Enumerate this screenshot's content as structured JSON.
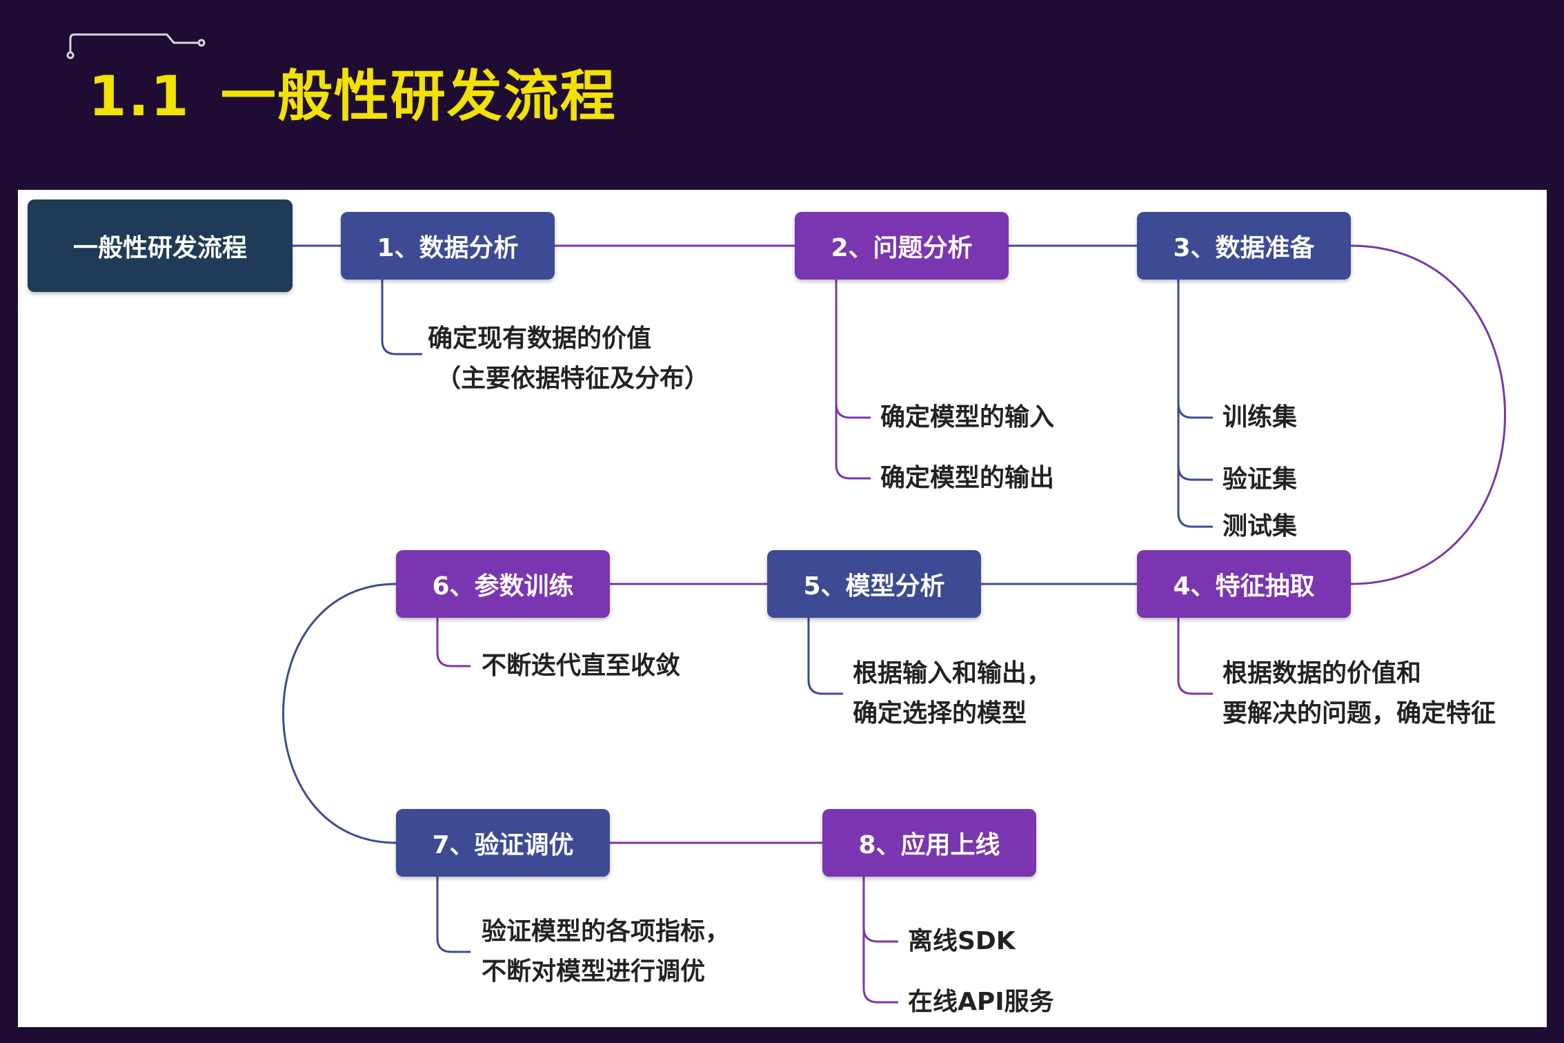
{
  "slide": {
    "title_number": "1.1",
    "title_text": "一般性研发流程"
  },
  "colors": {
    "background": "#1f0c33",
    "title": "#f2e200",
    "root_node": "#1f3b57",
    "indigo_node": "#3d4a94",
    "purple_node": "#7a35b0"
  },
  "diagram": {
    "root": "一般性研发流程",
    "steps": [
      {
        "label": "1、数据分析",
        "details": [
          "确定现有数据的价值",
          "（主要依据特征及分布）"
        ]
      },
      {
        "label": "2、问题分析",
        "details": [
          "确定模型的输入",
          "确定模型的输出"
        ]
      },
      {
        "label": "3、数据准备",
        "details": [
          "训练集",
          "验证集",
          "测试集"
        ]
      },
      {
        "label": "4、特征抽取",
        "details": [
          "根据数据的价值和",
          "要解决的问题，确定特征"
        ]
      },
      {
        "label": "5、模型分析",
        "details": [
          "根据输入和输出，",
          "确定选择的模型"
        ]
      },
      {
        "label": "6、参数训练",
        "details": [
          "不断迭代直至收敛"
        ]
      },
      {
        "label": "7、验证调优",
        "details": [
          "验证模型的各项指标，",
          "不断对模型进行调优"
        ]
      },
      {
        "label": "8、应用上线",
        "details": [
          "离线SDK",
          "在线API服务"
        ]
      }
    ]
  }
}
